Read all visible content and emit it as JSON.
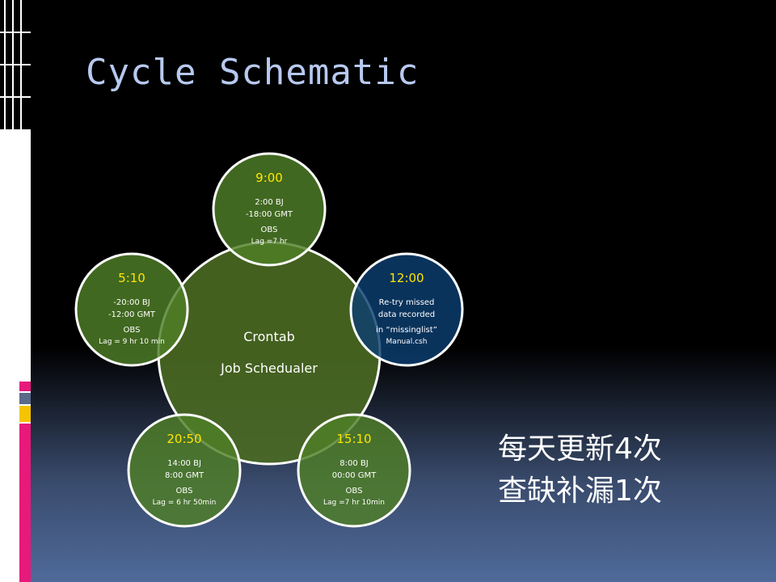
{
  "title": "Cycle Schematic",
  "colors": {
    "hub_fill": "#4a6a22",
    "node_fill": "#4f7f27",
    "highlight_fill": "#0c3e70",
    "node_border": "#ffffff",
    "time_color": "#ffe600",
    "title_color": "#b7c9ef"
  },
  "hub": {
    "line1": "Crontab",
    "line2": "Job Schedualer"
  },
  "nodes": [
    {
      "time": "9:00",
      "line1": "2:00 BJ",
      "line2": "-18:00 GMT",
      "line3": "OBS",
      "line4": "Lag =7 hr"
    },
    {
      "time": "12:00",
      "line1": "Re-try missed",
      "line2": "data recorded",
      "line3": "in “missinglist”",
      "line4": "Manual.csh"
    },
    {
      "time": "15:10",
      "line1": "8:00 BJ",
      "line2": "00:00 GMT",
      "line3": "OBS",
      "line4": "Lag =7 hr 10min"
    },
    {
      "time": "20:50",
      "line1": "14:00 BJ",
      "line2": "8:00 GMT",
      "line3": "OBS",
      "line4": "Lag = 6 hr 50min"
    },
    {
      "time": "5:10",
      "line1": "-20:00 BJ",
      "line2": "-12:00 GMT",
      "line3": "OBS",
      "line4": "Lag = 9 hr 10 min"
    }
  ],
  "note": {
    "line1": "每天更新4次",
    "line2": "查缺补漏1次"
  }
}
